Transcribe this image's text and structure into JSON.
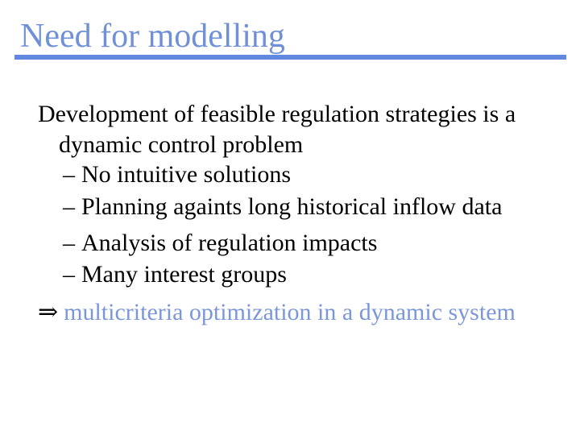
{
  "slide": {
    "title": "Need for modelling",
    "colors": {
      "title_text": "#7191d6",
      "title_rule": "#6288e0",
      "body_text": "#000000",
      "conclusion_text": "#7b97da",
      "background": "#ffffff"
    },
    "body": {
      "paragraph": {
        "line1": "Development of feasible regulation strategies is a",
        "line2": "dynamic control problem"
      },
      "bullets": [
        {
          "marker": "–",
          "text": "No intuitive solutions"
        },
        {
          "marker": "–",
          "text": "Planning againts long historical inflow data"
        },
        {
          "marker": "–",
          "text": "Analysis of regulation impacts"
        },
        {
          "marker": "–",
          "text": "Many interest groups"
        }
      ],
      "conclusion": {
        "marker": "⇒",
        "text": "multicriteria optimization in a dynamic system"
      }
    }
  }
}
